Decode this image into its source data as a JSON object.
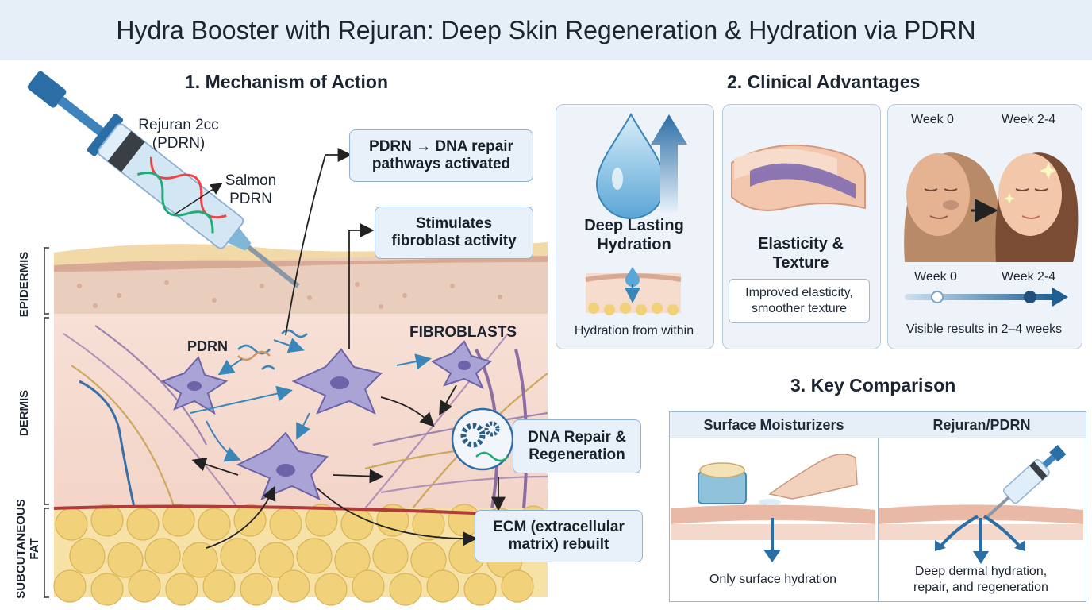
{
  "title": "Hydra Booster with Rejuran: Deep Skin Regeneration & Hydration via PDRN",
  "mechanism": {
    "heading": "1. Mechanism of Action",
    "syringe_label_1": "Rejuran 2cc",
    "syringe_label_2": "(PDRN)",
    "salmon_label_1": "Salmon",
    "salmon_label_2": "PDRN",
    "callout_dna_1": "PDRN → DNA repair",
    "callout_dna_2": "pathways activated",
    "callout_fibro_1": "Stimulates",
    "callout_fibro_2": "fibroblast activity",
    "pdrn_label": "PDRN",
    "fibroblasts_label": "FIBROBLASTS",
    "callout_repair_1": "DNA Repair &",
    "callout_repair_2": "Regeneration",
    "callout_ecm_1": "ECM (extracellular",
    "callout_ecm_2": "matrix) rebuilt",
    "layers": {
      "epidermis": "EPIDERMIS",
      "dermis": "DERMIS",
      "subcut_1": "SUBCUTANEOUS",
      "subcut_2": "FAT"
    }
  },
  "advantages": {
    "heading": "2. Clinical Advantages",
    "hydration_title_1": "Deep Lasting",
    "hydration_title_2": "Hydration",
    "hydration_caption": "Hydration from within",
    "elasticity_title_1": "Elasticity &",
    "elasticity_title_2": "Texture",
    "elasticity_box_1": "Improved elasticity,",
    "elasticity_box_2": "smoother texture",
    "week_before": "Week 0",
    "week_after": "Week 2-4",
    "timeline_start": "Week 0",
    "timeline_end": "Week 2-4",
    "results_caption": "Visible results in 2–4 weeks"
  },
  "comparison": {
    "heading": "3. Key Comparison",
    "col1_header": "Surface Moisturizers",
    "col2_header": "Rejuran/PDRN",
    "col1_caption": "Only surface hydration",
    "col2_caption_1": "Deep dermal hydration,",
    "col2_caption_2": "repair, and regeneration"
  },
  "colors": {
    "accent_blue": "#2b6ea6",
    "fibroblast": "#8b86c4",
    "fat": "#f1d27a",
    "epidermis": "#e7c8b6"
  }
}
